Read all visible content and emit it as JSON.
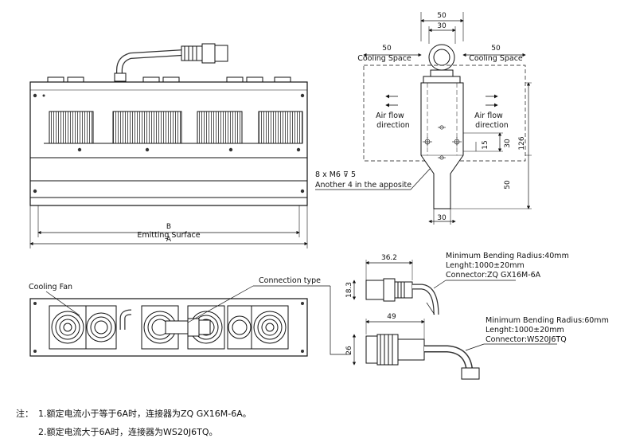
{
  "top_view": {
    "dim_b": "B",
    "dim_b_caption": "Emitting Surface",
    "dim_a": "A",
    "hole_spec": "8 x M6 ⊽ 5",
    "hole_note": "Another 4 in the apposite"
  },
  "side_view": {
    "width_total": "50",
    "width_conn": "30",
    "cooling_left_value": "50",
    "cooling_left_label": "Cooling Space",
    "cooling_right_value": "50",
    "cooling_right_label": "Cooling Space",
    "airflow_left": "Air flow direction",
    "airflow_left_l1": "Air flow",
    "airflow_left_l2": "direction",
    "airflow_right_l1": "Air flow",
    "airflow_right_l2": "direction",
    "dim_15": "15",
    "dim_30_vert": "30",
    "dim_126": "126",
    "dim_50_vert": "50",
    "dim_30_bottom": "30"
  },
  "bottom_view": {
    "cooling_fan_label": "Cooling Fan",
    "connection_type_label": "Connection type"
  },
  "connector_small": {
    "length": "36.2",
    "height": "18.3",
    "line1": "Minimum Bending Radius:40mm",
    "line2": "Lenght:1000±20mm",
    "line3": "Connector:ZQ GX16M-6A"
  },
  "connector_large": {
    "length": "49",
    "height": "26",
    "line1": "Minimum Bending Radius:60mm",
    "line2": "Lenght:1000±20mm",
    "line3": "Connector:WS20J6TQ"
  },
  "notes": {
    "prefix": "注：",
    "line1": "1.额定电流小于等于6A时，连接器为ZQ GX16M-6A。",
    "line2": "2.额定电流大于6A时，连接器为WS20J6TQ。"
  }
}
